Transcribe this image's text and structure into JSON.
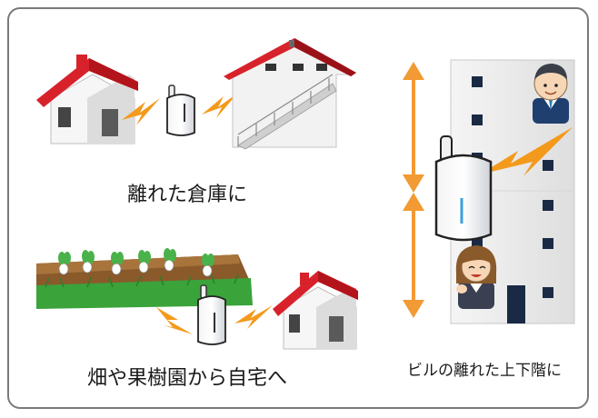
{
  "captions": {
    "warehouse": "離れた倉庫に",
    "field": "畑や果樹園から自宅へ",
    "building": "ビルの離れた上下階に"
  },
  "colors": {
    "roof_red": "#d8222b",
    "house_wall": "#ffffff",
    "arrow_orange": "#f29a33",
    "lightning": "#f39a1c",
    "building_gray": "#ececec",
    "window_navy": "#1a2a45",
    "soil_brown": "#8a5a2b",
    "grass_green": "#3aa33a",
    "device_led": "#3aa0e0",
    "frame_border": "#7a7a7a"
  },
  "icons": [
    "house-icon",
    "warehouse-icon",
    "wireless-device-icon",
    "lightning-icon",
    "building-icon",
    "person-man-icon",
    "person-woman-icon",
    "vertical-arrow-icon",
    "field-icon"
  ]
}
